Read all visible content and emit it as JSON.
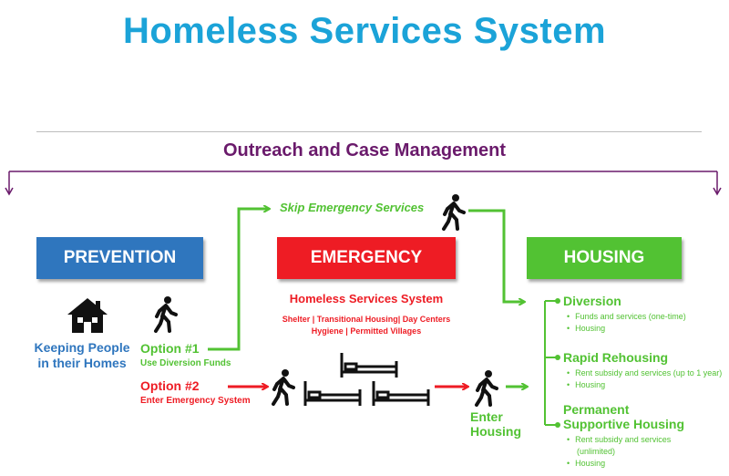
{
  "title": "Homeless Services System",
  "outreach_label": "Outreach and Case Management",
  "skip_label": "Skip Emergency Services",
  "prevention": {
    "box_label": "PREVENTION",
    "caption_line1": "Keeping People",
    "caption_line2": "in their Homes"
  },
  "option1": {
    "title": "Option #1",
    "subtitle": "Use Diversion Funds"
  },
  "option2": {
    "title": "Option #2",
    "subtitle": "Enter Emergency System"
  },
  "emergency": {
    "box_label": "EMERGENCY",
    "subtitle": "Homeless Services System",
    "services_line1": "Shelter | Transitional  Housing| Day Centers",
    "services_line2": "Hygiene | Permitted Villages"
  },
  "enter_housing": {
    "line1": "Enter",
    "line2": "Housing"
  },
  "housing": {
    "box_label": "HOUSING",
    "items": [
      {
        "title_line1": "Diversion",
        "title_line2": "",
        "bullets": [
          "Funds and services (one-time)",
          "Housing"
        ]
      },
      {
        "title_line1": "Rapid Rehousing",
        "title_line2": "",
        "bullets": [
          "Rent subsidy and services (up to 1 year)",
          "Housing"
        ]
      },
      {
        "title_line1": "Permanent",
        "title_line2": "Supportive Housing",
        "bullets": [
          "Rent subsidy and services",
          "(unlimited)",
          "Housing"
        ]
      }
    ]
  },
  "colors": {
    "title": "#1ba3d8",
    "outreach": "#6a1a6b",
    "prevention": "#2f76be",
    "emergency": "#ee1c24",
    "housing": "#52c233"
  },
  "icons": [
    "house-icon",
    "walking-person-icon",
    "bed-icon"
  ]
}
